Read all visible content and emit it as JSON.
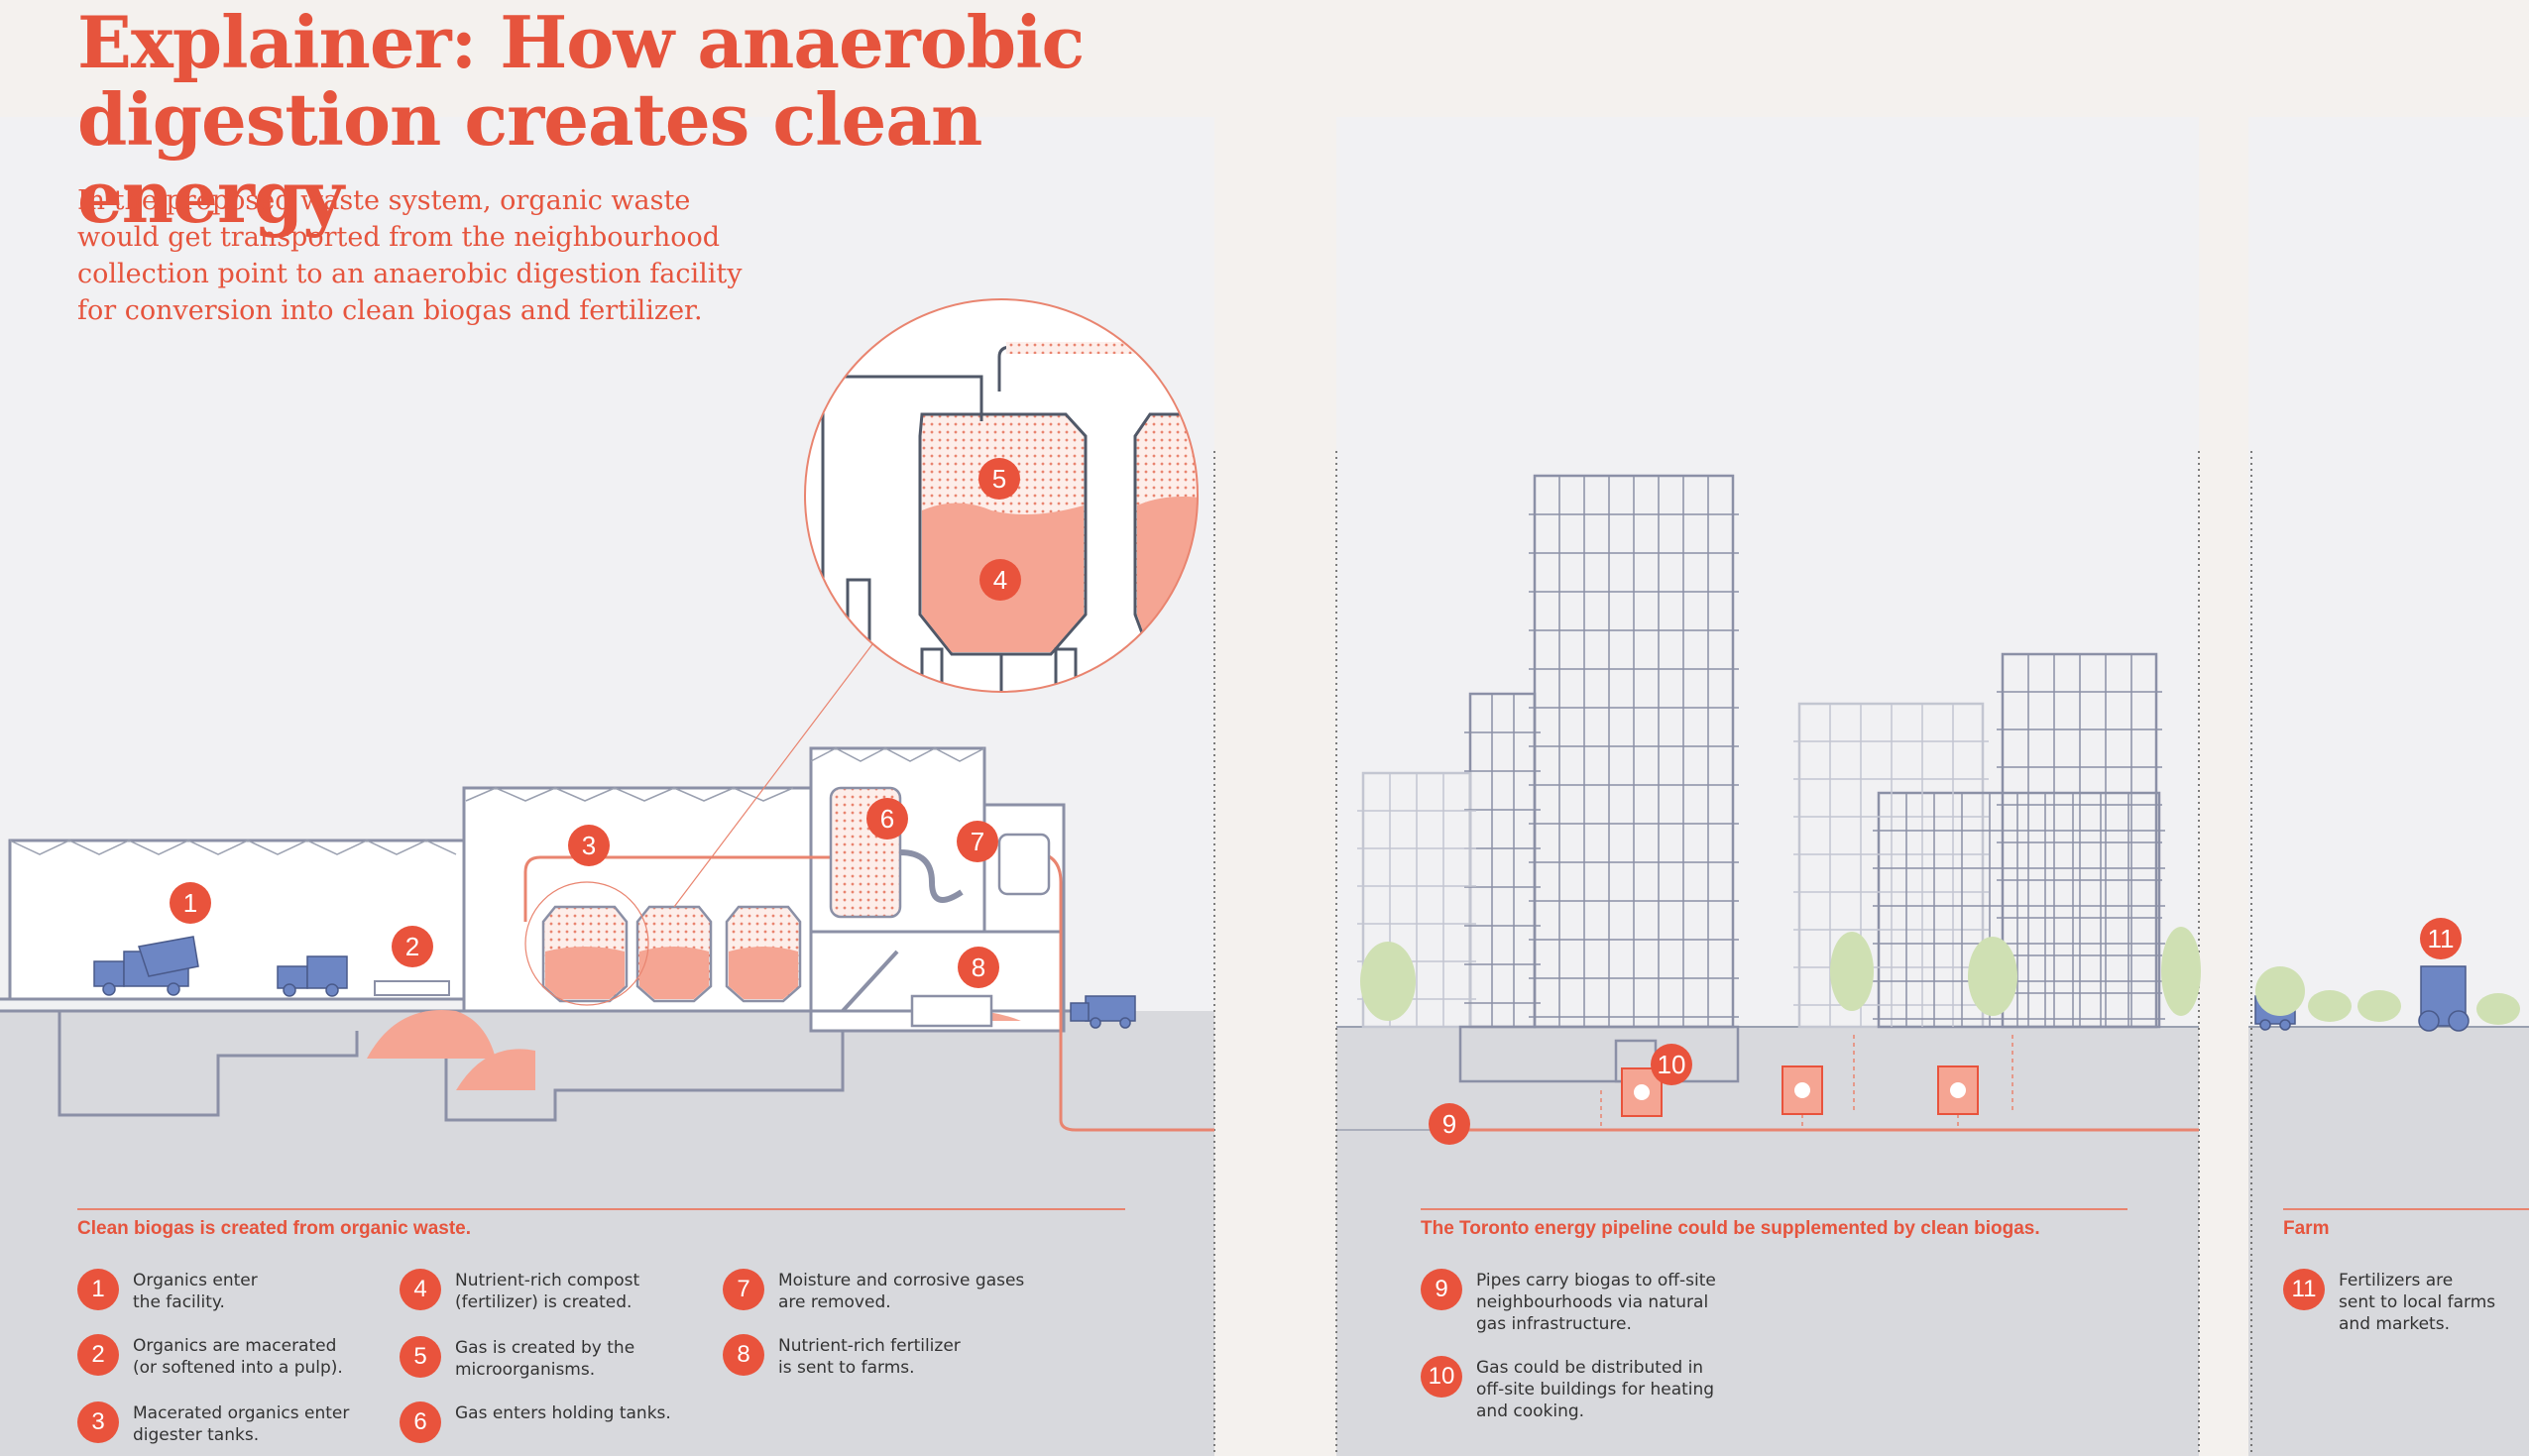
{
  "header": {
    "title": "Explainer: How anaerobic digestion creates clean energy",
    "subtitle": "In the proposed waste system, organic waste would get transported from the neighbourhood collection point to an anaerobic digestion facility for conversion into clean biogas and fertilizer."
  },
  "colors": {
    "accent": "#e9533c",
    "fill": "#f5a593",
    "ground": "#d8d9dd",
    "structure": "#8b90a6"
  },
  "badges": {
    "b1": "1",
    "b2": "2",
    "b3": "3",
    "b4": "4",
    "b5": "5",
    "b6": "6",
    "b7": "7",
    "b8": "8",
    "b9": "9",
    "b10": "10",
    "b11": "11"
  },
  "legend1": {
    "heading": "Clean biogas is created from organic waste.",
    "items": [
      {
        "num": "1",
        "text": "Organics enter\nthe facility."
      },
      {
        "num": "2",
        "text": "Organics are macerated\n(or softened into a pulp)."
      },
      {
        "num": "3",
        "text": "Macerated organics enter\ndigester tanks."
      },
      {
        "num": "4",
        "text": "Nutrient-rich compost\n(fertilizer) is created."
      },
      {
        "num": "5",
        "text": "Gas is created by the\nmicroorganisms."
      },
      {
        "num": "6",
        "text": "Gas enters holding tanks."
      },
      {
        "num": "7",
        "text": "Moisture and corrosive gases\nare removed."
      },
      {
        "num": "8",
        "text": "Nutrient-rich fertilizer\nis sent to farms."
      }
    ]
  },
  "legend2": {
    "heading": "The Toronto energy pipeline could be supplemented by clean biogas.",
    "items": [
      {
        "num": "9",
        "text": "Pipes carry biogas to off-site\nneighbourhoods via natural\ngas infrastructure."
      },
      {
        "num": "10",
        "text": "Gas could be distributed in\noff-site buildings for heating\nand cooking."
      }
    ]
  },
  "legend3": {
    "heading": "Farm",
    "items": [
      {
        "num": "11",
        "text": "Fertilizers are\nsent to local farms\nand markets."
      }
    ]
  }
}
